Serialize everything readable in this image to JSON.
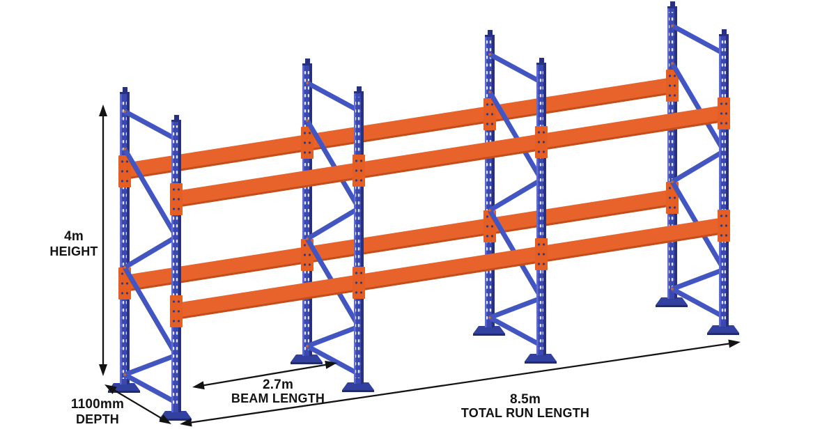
{
  "diagram": {
    "type": "pallet-racking-dimension-diagram",
    "dimensions": {
      "height": {
        "value": "4m",
        "label": "HEIGHT"
      },
      "depth": {
        "value": "1100mm",
        "label": "DEPTH"
      },
      "beam_length": {
        "value": "2.7m",
        "label": "BEAM LENGTH"
      },
      "total_run": {
        "value": "8.5m",
        "label": "TOTAL RUN LENGTH"
      }
    },
    "structure": {
      "frames": 4,
      "bays": 3,
      "beam_levels": 2
    },
    "colors": {
      "background": "#ffffff",
      "upright_blue": "#3b48b0",
      "upright_dark": "#27317f",
      "upright_light": "#5c6bd4",
      "brace_blue": "#4355c0",
      "base_plate": "#3240a0",
      "base_plate_edge": "#212b6e",
      "beam_orange": "#e8622c",
      "beam_shadow": "#c24e1c",
      "bracket_orange": "#e55f24",
      "bolt_dot": "#cf6a2a",
      "bracket_hole": "#31397f",
      "perforation": "#e2e6f4",
      "dimension_ink": "#131313"
    }
  }
}
